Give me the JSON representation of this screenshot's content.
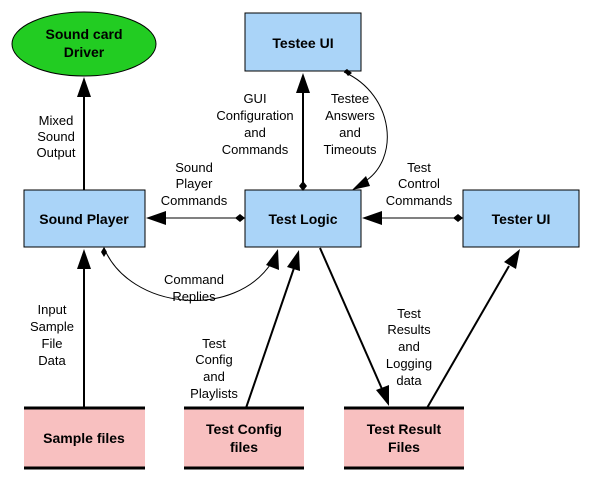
{
  "nodes": {
    "driver": {
      "line1": "Sound card",
      "line2": "Driver",
      "color": "#22cc22"
    },
    "testee_ui": {
      "label": "Testee UI",
      "color": "#aad4f8"
    },
    "sound_player": {
      "label": "Sound Player",
      "color": "#aad4f8"
    },
    "test_logic": {
      "label": "Test Logic",
      "color": "#aad4f8"
    },
    "tester_ui": {
      "label": "Tester UI",
      "color": "#aad4f8"
    },
    "sample_files": {
      "label": "Sample files",
      "color": "#f8c0c0"
    },
    "test_config_files": {
      "line1": "Test Config",
      "line2": "files",
      "color": "#f8c0c0"
    },
    "test_result_files": {
      "line1": "Test Result",
      "line2": "Files",
      "color": "#f8c0c0"
    }
  },
  "edges": {
    "mixed_sound": [
      "Mixed",
      "Sound",
      "Output"
    ],
    "gui_config": [
      "GUI",
      "Configuration",
      "and",
      "Commands"
    ],
    "testee_answers": [
      "Testee",
      "Answers",
      "and",
      "Timeouts"
    ],
    "sound_player_commands": [
      "Sound",
      "Player",
      "Commands"
    ],
    "test_control": [
      "Test",
      "Control",
      "Commands"
    ],
    "command_replies": [
      "Command",
      "Replies"
    ],
    "input_sample": [
      "Input",
      "Sample",
      "File",
      "Data"
    ],
    "test_config": [
      "Test",
      "Config",
      "and",
      "Playlists"
    ],
    "test_results": [
      "Test",
      "Results",
      "and",
      "Logging",
      "data"
    ]
  }
}
